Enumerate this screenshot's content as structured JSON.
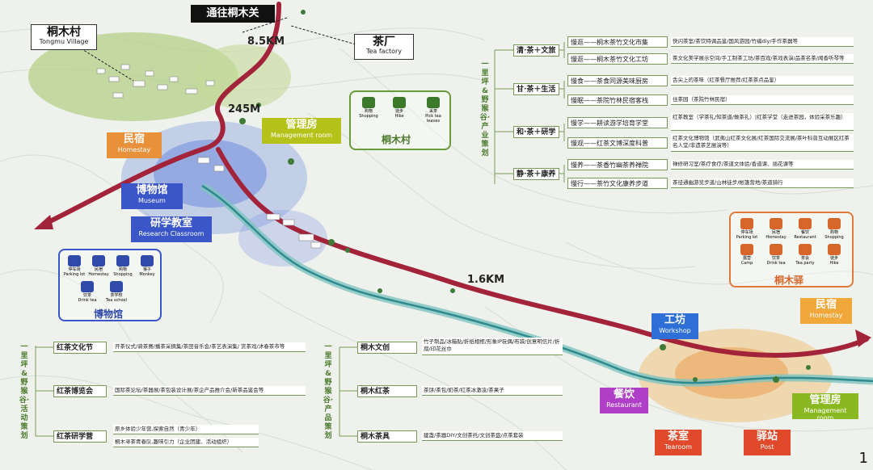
{
  "labels": {
    "pass": "通往桐木关",
    "village": {
      "zh": "桐木村",
      "en": "Tongmu Village"
    },
    "factory": {
      "zh": "茶厂",
      "en": "Tea factory"
    },
    "homestay1": {
      "zh": "民宿",
      "en": "Homestay"
    },
    "management1": {
      "zh": "管理房",
      "en": "Management room"
    },
    "museum": {
      "zh": "博物馆",
      "en": "Museum"
    },
    "classroom": {
      "zh": "研学教室",
      "en": "Research Classroom"
    },
    "workshop": {
      "zh": "工坊",
      "en": "Workshop"
    },
    "homestay2": {
      "zh": "民宿",
      "en": "Homestay"
    },
    "restaurant": {
      "zh": "餐饮",
      "en": "Restaurant"
    },
    "management2": {
      "zh": "管理房",
      "en": "Management room"
    },
    "tearoom": {
      "zh": "茶室",
      "en": "Tearoom"
    },
    "post": {
      "zh": "驿站",
      "en": "Post"
    }
  },
  "distances": {
    "d1": "8.5KM",
    "d2": "245M",
    "d3": "1.6KM"
  },
  "page_number": "1",
  "legends": {
    "village": {
      "title": "桐木村",
      "items": [
        {
          "zh": "购物",
          "en": "Shopping"
        },
        {
          "zh": "徒步",
          "en": "Hike"
        },
        {
          "zh": "采茶",
          "en": "Pick tea leaves"
        }
      ]
    },
    "museum": {
      "title": "博物馆",
      "items": [
        {
          "zh": "停车场",
          "en": "Parking lot"
        },
        {
          "zh": "民宿",
          "en": "Homestay"
        },
        {
          "zh": "购物",
          "en": "Shopping"
        },
        {
          "zh": "猴子",
          "en": "Monkey"
        },
        {
          "zh": "饮茶",
          "en": "Drink tea"
        },
        {
          "zh": "茶学校",
          "en": "Tea school"
        }
      ]
    },
    "post": {
      "title": "桐木驿",
      "items": [
        {
          "zh": "停车场",
          "en": "Parking lot"
        },
        {
          "zh": "民宿",
          "en": "Homestay"
        },
        {
          "zh": "餐饮",
          "en": "Restaurant"
        },
        {
          "zh": "购物",
          "en": "Shopping"
        },
        {
          "zh": "露营",
          "en": "Camp"
        },
        {
          "zh": "饮茶",
          "en": "Drink tea"
        },
        {
          "zh": "茶会",
          "en": "Tea party"
        },
        {
          "zh": "徒步",
          "en": "Hike"
        }
      ]
    }
  },
  "panels": {
    "industry": {
      "vertical_title": "一里坪&野猴谷·产业策划",
      "groups": [
        {
          "theme": "清·茶＋文旅",
          "rows": [
            {
              "name": "慢逛——桐木茶竹文化市集",
              "desc": "快闪茶室/茶饮特调品鉴/国风游园/竹编diy/手作茶器等"
            },
            {
              "name": "慢逛——桐木茶竹文化工坊",
              "desc": "茶文化美学展示空间/手工制茶工坊/茶百戏/茶戏表演/品茶名茶/闻香听琴等"
            }
          ]
        },
        {
          "theme": "甘·茶＋生活",
          "rows": [
            {
              "name": "慢食——茶食同源美味厨房",
              "desc": "舌尖上的茶味（红茶餐厅推荐/红茶茶点品鉴）"
            },
            {
              "name": "慢眠——茶院竹林民宿客栈",
              "desc": "住茶园（茶院竹林民宿）"
            }
          ]
        },
        {
          "theme": "和·茶＋研学",
          "rows": [
            {
              "name": "慢学——耕读游学培育学堂",
              "desc": "红茶教室（学茶礼/知茶道/做茶礼）|红茶学堂（走进茶园，体验采茶乐趣）"
            },
            {
              "name": "慢观——红茶文博深度科普",
              "desc": "红茶文化博物馆（武夷山红茶文化展/红茶国际交流展/茶叶科普互动展区红茶名人堂/非遗茶艺展演等）"
            }
          ]
        },
        {
          "theme": "静·茶＋康养",
          "rows": [
            {
              "name": "慢养——茶香竹幽茶养禅院",
              "desc": "禅修研习室/茶疗食疗/茶道文体验/香道课、插花课等"
            },
            {
              "name": "慢行——茶竹文化康养步道",
              "desc": "茶径通幽游览步道/山林徒步/帐篷营地/茶道骑行"
            }
          ]
        }
      ]
    },
    "activity": {
      "vertical_title": "一里坪&野猴谷·活动策划",
      "rows": [
        {
          "name": "红茶文化节",
          "descs": [
            "开茶仪式/骑茶赛/播茶采摘集/茶田音乐会/茶艺表演集/ 赏茶戏/沐春茶市等"
          ]
        },
        {
          "name": "红茶博览会",
          "descs": [
            "国际茶论坛/茶器展/茶包装设计展/茶企产品推介会/新茶品鉴会等"
          ]
        },
        {
          "name": "红茶研学营",
          "descs": [
            "原乡体验少年营,探索自然（青少年）",
            "桐木寻茶青春队,趣味引力（企业团建、活动组织）"
          ]
        }
      ]
    },
    "product": {
      "vertical_title": "一里坪&野猴谷·产品策划",
      "rows": [
        {
          "name": "桐木文创",
          "desc": "竹子制品/冰箱贴/折纸相框/形象IP玩偶/布袋/创意明信片/折扇/印花丝巾"
        },
        {
          "name": "桐木红茶",
          "desc": "茶饼/茶包/奶茶/红茶冰激凌/茶果子"
        },
        {
          "name": "桐木茶具",
          "desc": "建盏/茶器DIY/文创茶托/文创茶盘/点茶套装"
        }
      ]
    }
  },
  "colors": {
    "road": "#a3233a",
    "river": "#2f8a8f",
    "homestay": "#e8913a",
    "management": "#b5c21a",
    "museum": "#3a56c8",
    "workshop": "#2d6fd6",
    "restaurant": "#b03fc8",
    "tearoom": "#e0492a",
    "post": "#e0492a",
    "homestay2": "#f0a83a",
    "management2": "#8ab820",
    "panel_green": "#6a9a3a"
  }
}
